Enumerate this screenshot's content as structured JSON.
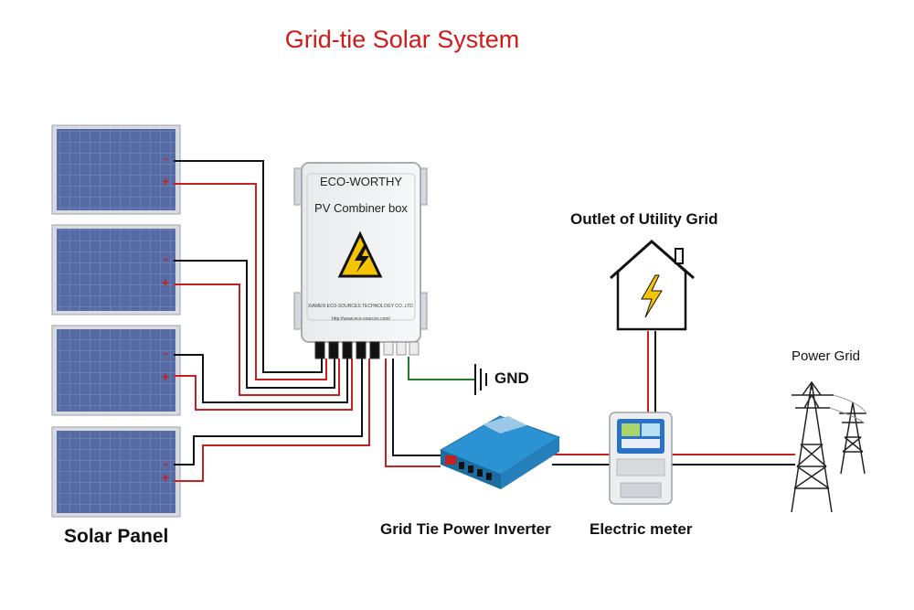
{
  "title": "Grid-tie Solar System",
  "labels": {
    "solar_panel": "Solar Panel",
    "combiner_brand": "ECO-WORTHY",
    "combiner_name": "PV Combiner box",
    "combiner_maker": "XIAMEN ECO-SOURCES TECHNOLOGY CO.,LTD.",
    "combiner_url": "http://www.eco-sources.com/",
    "gnd": "GND",
    "outlet": "Outlet of Utility Grid",
    "inverter": "Grid Tie Power Inverter",
    "meter": "Electric meter",
    "power_grid": "Power Grid"
  },
  "panels": [
    {
      "polarity_neg": "-",
      "polarity_pos": "+"
    },
    {
      "polarity_neg": "-",
      "polarity_pos": "+"
    },
    {
      "polarity_neg": "-",
      "polarity_pos": "+"
    },
    {
      "polarity_neg": "-",
      "polarity_pos": "+"
    }
  ],
  "colors": {
    "title": "#d11a1a",
    "wire_negative": "#111111",
    "wire_positive": "#c62020",
    "panel": "#5a6a9e",
    "inverter": "#2a8fcf"
  }
}
